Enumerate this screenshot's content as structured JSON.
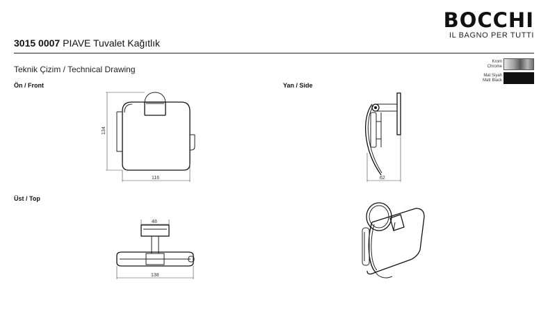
{
  "brand": {
    "name": "BOCCHI",
    "tagline": "IL BAGNO PER TUTTI"
  },
  "product": {
    "code": "3015 0007",
    "name": "PIAVE Tuvalet Kağıtlık"
  },
  "section_title": "Teknik Çizim / Technical Drawing",
  "finishes": [
    {
      "name_tr": "Krom",
      "name_en": "Chrome",
      "color": "#9a9a9a"
    },
    {
      "name_tr": "Mat Siyah",
      "name_en": "Matt Black",
      "color": "#111111"
    }
  ],
  "views": {
    "front": "Ön / Front",
    "side": "Yan / Side",
    "top": "Üst / Top"
  },
  "dimensions": {
    "front_height": "134",
    "front_width": "116",
    "side_depth": "62",
    "top_base": "48",
    "top_width": "138"
  }
}
